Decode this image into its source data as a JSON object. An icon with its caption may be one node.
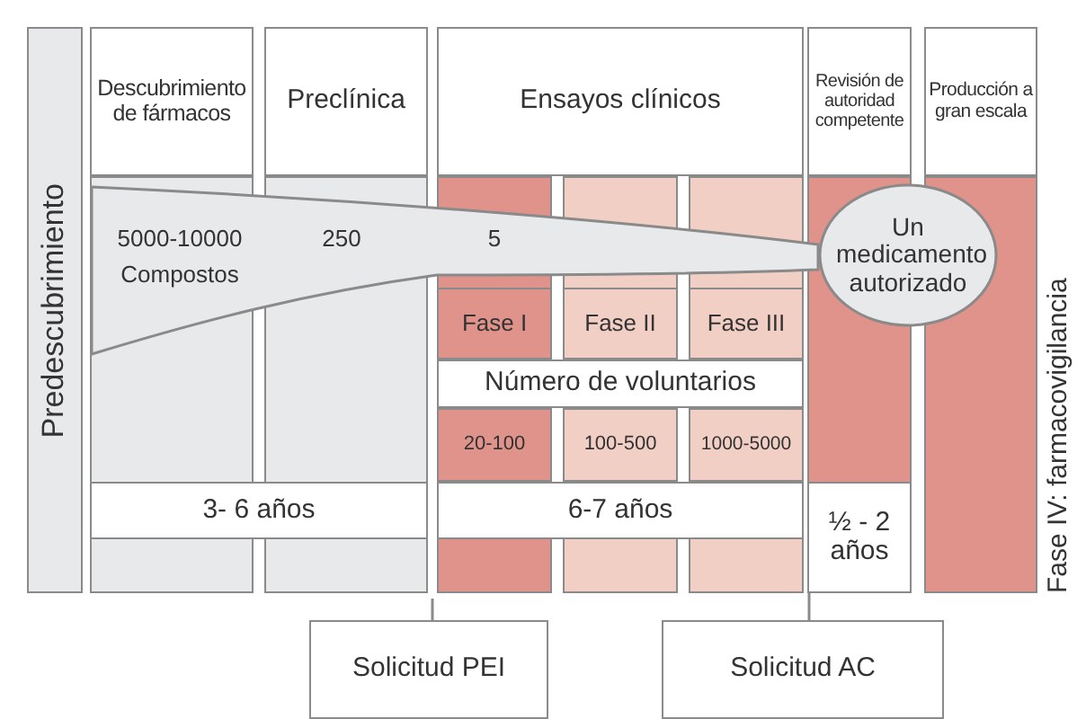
{
  "diagram": {
    "nodes": [
      {
        "text": [
          "Predescubrimiento"
        ]
      },
      {
        "text": [
          "Descubrimiento de fármacos"
        ]
      },
      {
        "text": [
          "Preclínica"
        ]
      },
      {
        "text": [
          "Ensayos clínicos"
        ]
      },
      {
        "text": [
          "Revisión de autoridad competente"
        ]
      },
      {
        "text": [
          "Producción a gran escala"
        ]
      },
      {
        "text": [
          "5000-10000 Compostos",
          "250",
          "5"
        ]
      },
      {
        "text": [
          "Fase I"
        ]
      },
      {
        "text": [
          "Fase II"
        ]
      },
      {
        "text": [
          "Fase III"
        ]
      },
      {
        "text": [
          "Un medicamento autorizado"
        ]
      },
      {
        "text": [
          "Número de voluntarios"
        ]
      },
      {
        "text": [
          "20-100"
        ]
      },
      {
        "text": [
          "100-500"
        ]
      },
      {
        "text": [
          "1000-5000"
        ]
      },
      {
        "text": [
          "3- 6 años"
        ]
      },
      {
        "text": [
          "6-7 años"
        ]
      },
      {
        "text": [
          "½ - 2 años"
        ]
      },
      {
        "text": [
          "Solicitud PEI"
        ]
      },
      {
        "text": [
          "Solicitud AC"
        ]
      }
    ],
    "edges": [
      {
        "from": 18,
        "to": null,
        "arrow": "none"
      },
      {
        "from": 19,
        "to": 17,
        "arrow": "none"
      }
    ],
    "labels": [
      "Fase IV: farmacovigilancia"
    ]
  }
}
